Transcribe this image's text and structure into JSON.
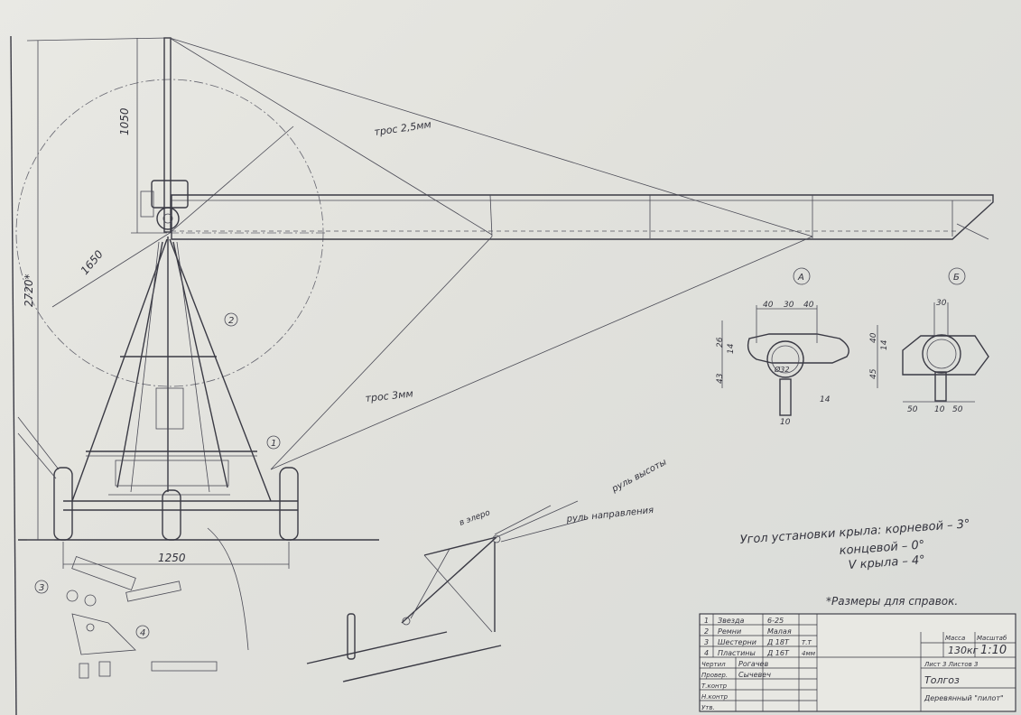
{
  "dimensions": {
    "mast_height": "1050",
    "rotor_radius": "1650",
    "overall_height": "2720*",
    "wheel_track": "1250"
  },
  "cables": {
    "upper": "трос 2,5мм",
    "lower": "трос 3мм"
  },
  "callouts": [
    "1",
    "2",
    "3",
    "4"
  ],
  "section_views": {
    "a": {
      "letter": "А",
      "dims": [
        "40",
        "30",
        "40",
        "26",
        "14",
        "43",
        "Ø32",
        "10",
        "14"
      ]
    },
    "b": {
      "letter": "Б",
      "dims": [
        "30",
        "40",
        "14",
        "45",
        "50",
        "10",
        "50"
      ]
    }
  },
  "controls": {
    "altitude": "руль высоты",
    "rudder": "руль направления",
    "elevator": "в элеро"
  },
  "notes": {
    "wing_angle": "Угол установки крыла: корневой – 3°",
    "tip_angle": "концевой – 0°",
    "v_wing": "V крыла – 4°",
    "reference": "*Размеры для справок."
  },
  "title_block": {
    "rows": [
      {
        "n": "1",
        "name": "Звезда",
        "mark": "6-25",
        "qty": ""
      },
      {
        "n": "2",
        "name": "Ремни",
        "mark": "Малая",
        "qty": ""
      },
      {
        "n": "3",
        "name": "Шестерни",
        "mark": "Д 18Т",
        "qty": "Т.Т"
      },
      {
        "n": "4",
        "name": "Пластины",
        "mark": "Д 16Т",
        "qty": "4мм"
      }
    ],
    "roles": [
      {
        "role": "Чертил",
        "name": "Рогачев"
      },
      {
        "role": "Провер.",
        "name": "Сычевеч"
      },
      {
        "role": "Т.контр",
        "name": ""
      },
      {
        "role": "Н.контр",
        "name": ""
      },
      {
        "role": "Утв.",
        "name": ""
      }
    ],
    "mass_label": "Масса",
    "scale_label": "Масштаб",
    "mass": "130кг",
    "scale": "1:10",
    "sheet_line": "Лист 3  Листов 3",
    "title": "Толгоз",
    "org": "Деревянный \"пилот\""
  }
}
